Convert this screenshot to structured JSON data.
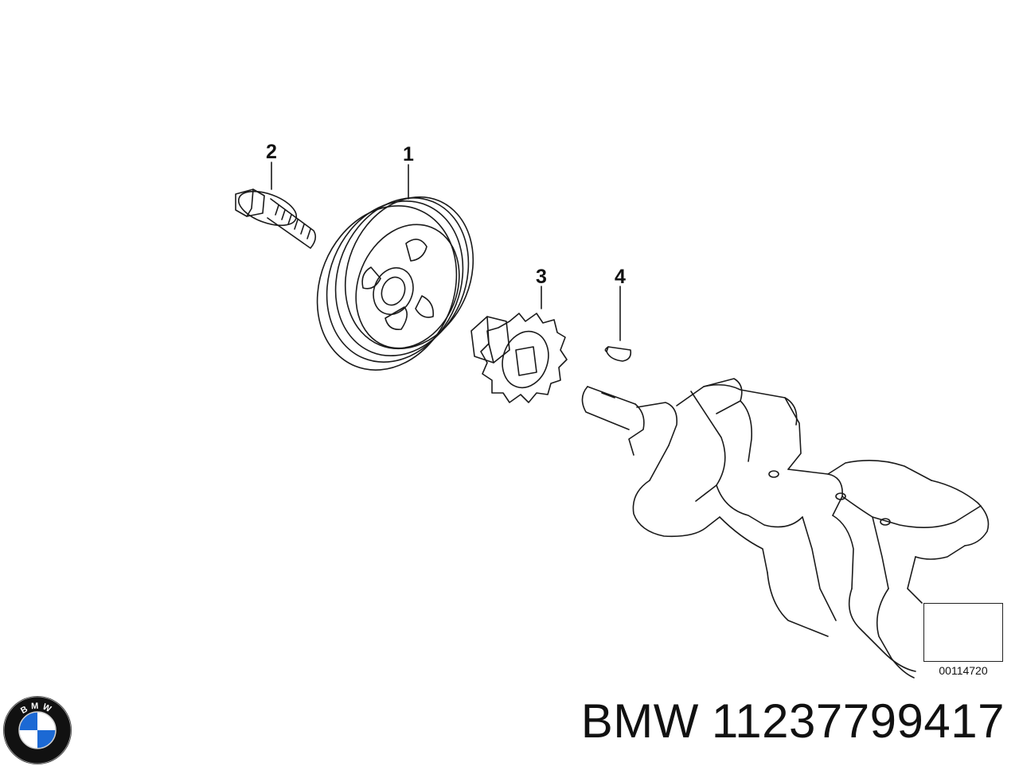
{
  "callouts": {
    "pulley": "1",
    "bolt": "2",
    "sprocket": "3",
    "key": "4"
  },
  "reference_code": "00114720",
  "caption": {
    "brand": "BMW",
    "part_number": "11237799417"
  },
  "logo": {
    "letters": "BMW",
    "colors": {
      "blue": "#1c69d4",
      "white": "#ffffff",
      "ring": "#111111"
    }
  },
  "colors": {
    "line": "#1a1a1a",
    "background": "#ffffff"
  }
}
